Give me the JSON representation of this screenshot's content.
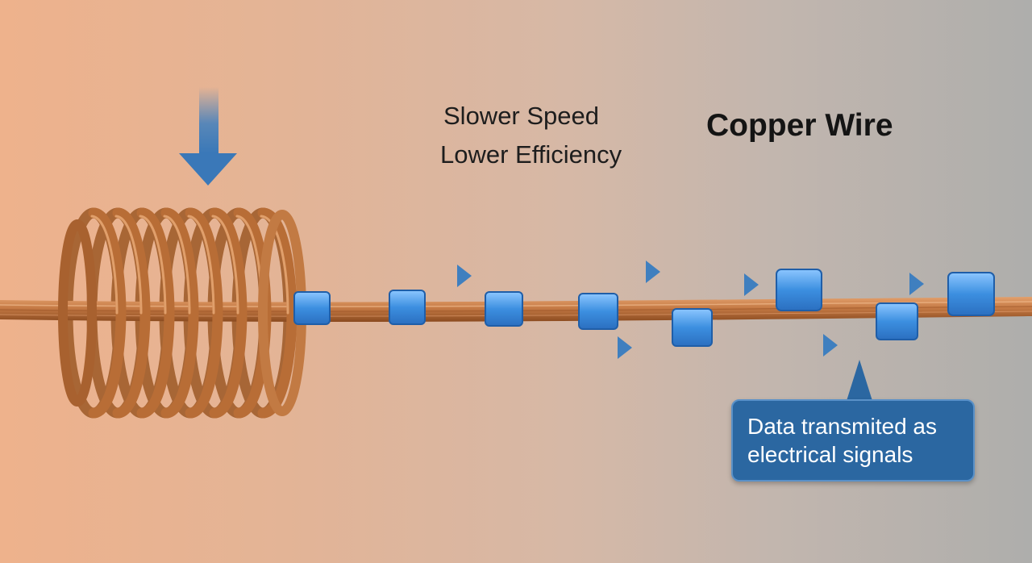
{
  "labels": {
    "speed": "Slower Speed",
    "efficiency": "Lower Efficiency",
    "title": "Copper Wire",
    "callout": "Data transmited as electrical signals"
  },
  "colors": {
    "copper": "#c57a45",
    "copper_dark": "#8a4a1f",
    "packet": "#3c8fe0",
    "arrow": "#3f7fbf",
    "callout_bg": "#2b67a1"
  },
  "icons": {
    "input_arrow": "arrow-down-icon",
    "flow_arrows": "arrow-right-icon",
    "packets": "square-icon"
  }
}
